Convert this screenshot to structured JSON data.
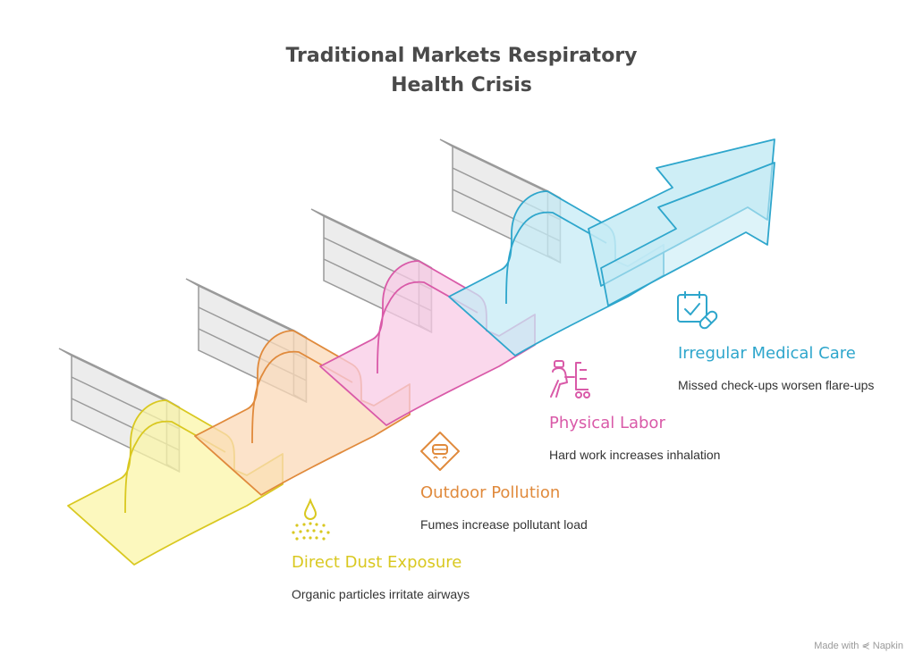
{
  "title_lines": [
    "Traditional Markets Respiratory",
    "Health Crisis"
  ],
  "steps": [
    {
      "title": "Direct Dust Exposure",
      "description": "Organic particles irritate airways",
      "color": "#d9c820",
      "fill": "#fbf5a8",
      "icon": "dust-drop-icon"
    },
    {
      "title": "Outdoor Pollution",
      "description": "Fumes increase pollutant load",
      "color": "#e08a3c",
      "fill": "#fbd9b8",
      "icon": "road-sign-icon"
    },
    {
      "title": "Physical Labor",
      "description": "Hard work increases inhalation",
      "color": "#d95aa8",
      "fill": "#f8cbe6",
      "icon": "worker-cart-icon"
    },
    {
      "title": "Irregular Medical Care",
      "description": "Missed check-ups worsen flare-ups",
      "color": "#2ea6cc",
      "fill": "#c6ebf5",
      "icon": "calendar-pill-icon"
    }
  ],
  "footer": {
    "made_with": "Made with",
    "brand": "Napkin"
  }
}
